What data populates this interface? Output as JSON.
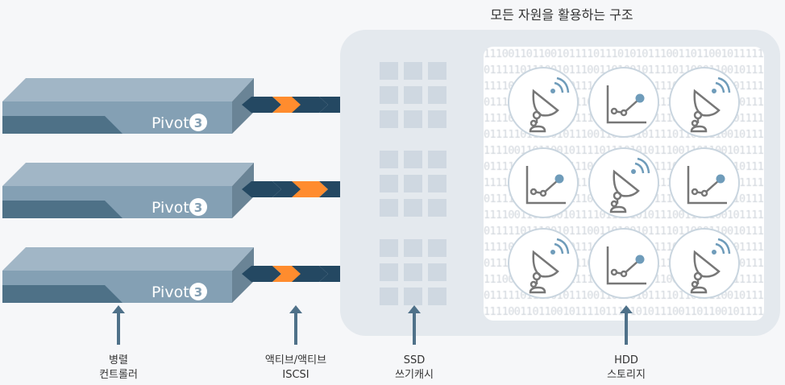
{
  "title": "모든 자원을 활용하는 구조",
  "brand": "Pivot",
  "brand_mark": "3",
  "servers": [
    {
      "orange_index": 1
    },
    {
      "orange_index": 2
    },
    {
      "orange_index": 1
    }
  ],
  "binary_text": "1110011011001011110111010101110011011001011111",
  "binary_rows": [
    "1110011011001011110111010101110011011001011111",
    "0111110111001011100110100101111011000110010111",
    "1111001101100101111011101010111001101100101111",
    "0111110111001011100110100101111011000110010111",
    "1111001101100101111011101010111001101100101111",
    "0111110111001011100110100101111011000110010111",
    "1111001101100101111011101010111001101100101111",
    "0111110111001011100110100101111011000110010111",
    "1111001101100101111011101010111001101100101111",
    "0111110111001011100110100101111011000110010111",
    "1111001101100101111011101010111001101100101111",
    "0111110111001011100110100101111011000110010111",
    "1111001101100101111011101010111001101100101111",
    "0111110111001011100110100101111011000110010111",
    "1110011011001011110111010101110011011001011111",
    "0111110111001011100110100101111011000110010111",
    "1111001101100101111011101010111001101100101111"
  ],
  "storage_icons": [
    [
      "satellite-dish",
      "chart",
      "satellite-dish"
    ],
    [
      "chart",
      "satellite-dish",
      "chart"
    ],
    [
      "satellite-dish",
      "chart",
      "satellite-dish"
    ]
  ],
  "labels": [
    {
      "line1": "병렬",
      "line2": "컨트롤러"
    },
    {
      "line1": "액티브/액티브",
      "line2": "ISCSI"
    },
    {
      "line1": "SSD",
      "line2": "쓰기캐시"
    },
    {
      "line1": "HDD",
      "line2": "스토리지"
    }
  ],
  "colors": {
    "orange": "#ff8c2e",
    "navy": "#244862",
    "accent": "#6f9cba"
  }
}
